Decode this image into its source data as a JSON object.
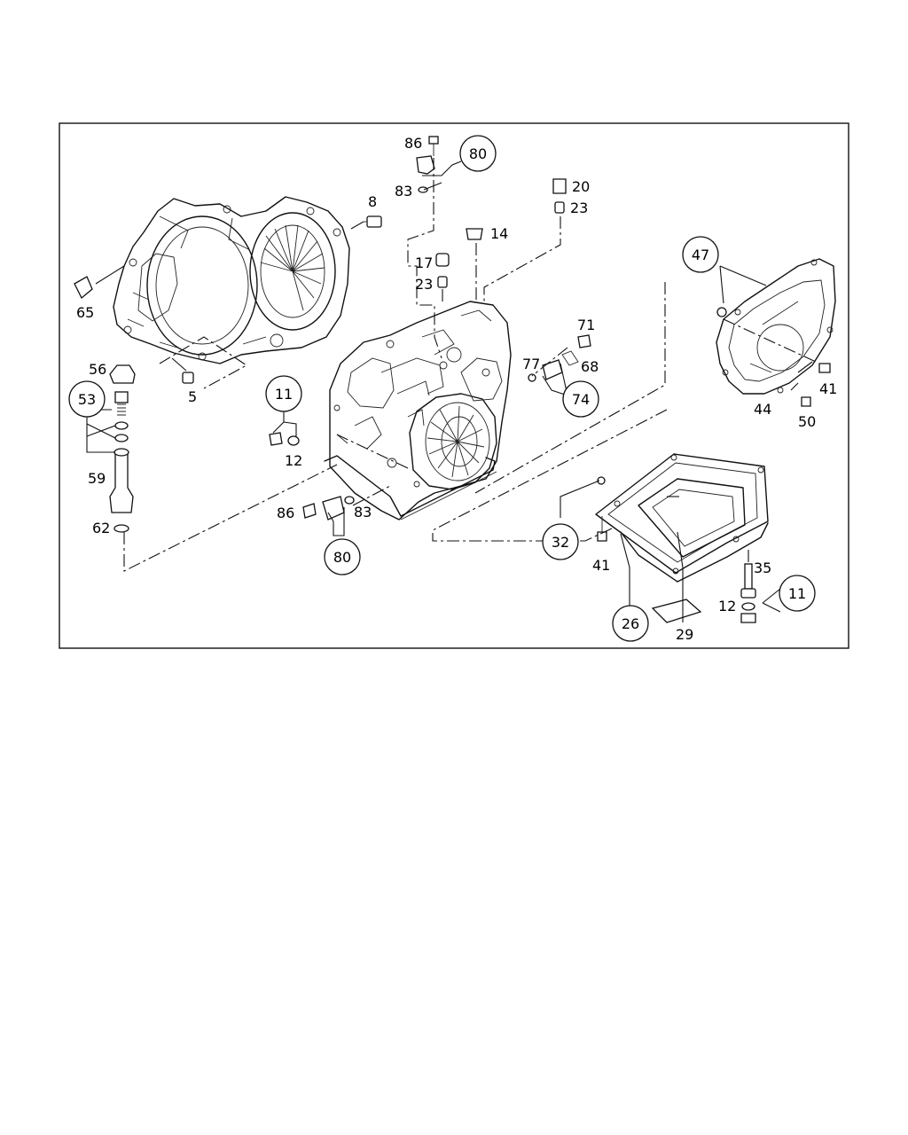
{
  "diagram": {
    "callouts": [
      "80",
      "11",
      "53",
      "80",
      "74",
      "47",
      "32",
      "26",
      "11"
    ],
    "part_numbers": [
      "86",
      "83",
      "8",
      "20",
      "23",
      "14",
      "17",
      "23",
      "65",
      "56",
      "5",
      "71",
      "68",
      "77",
      "41",
      "44",
      "50",
      "12",
      "59",
      "62",
      "86",
      "83",
      "41",
      "35",
      "12",
      "29"
    ]
  }
}
